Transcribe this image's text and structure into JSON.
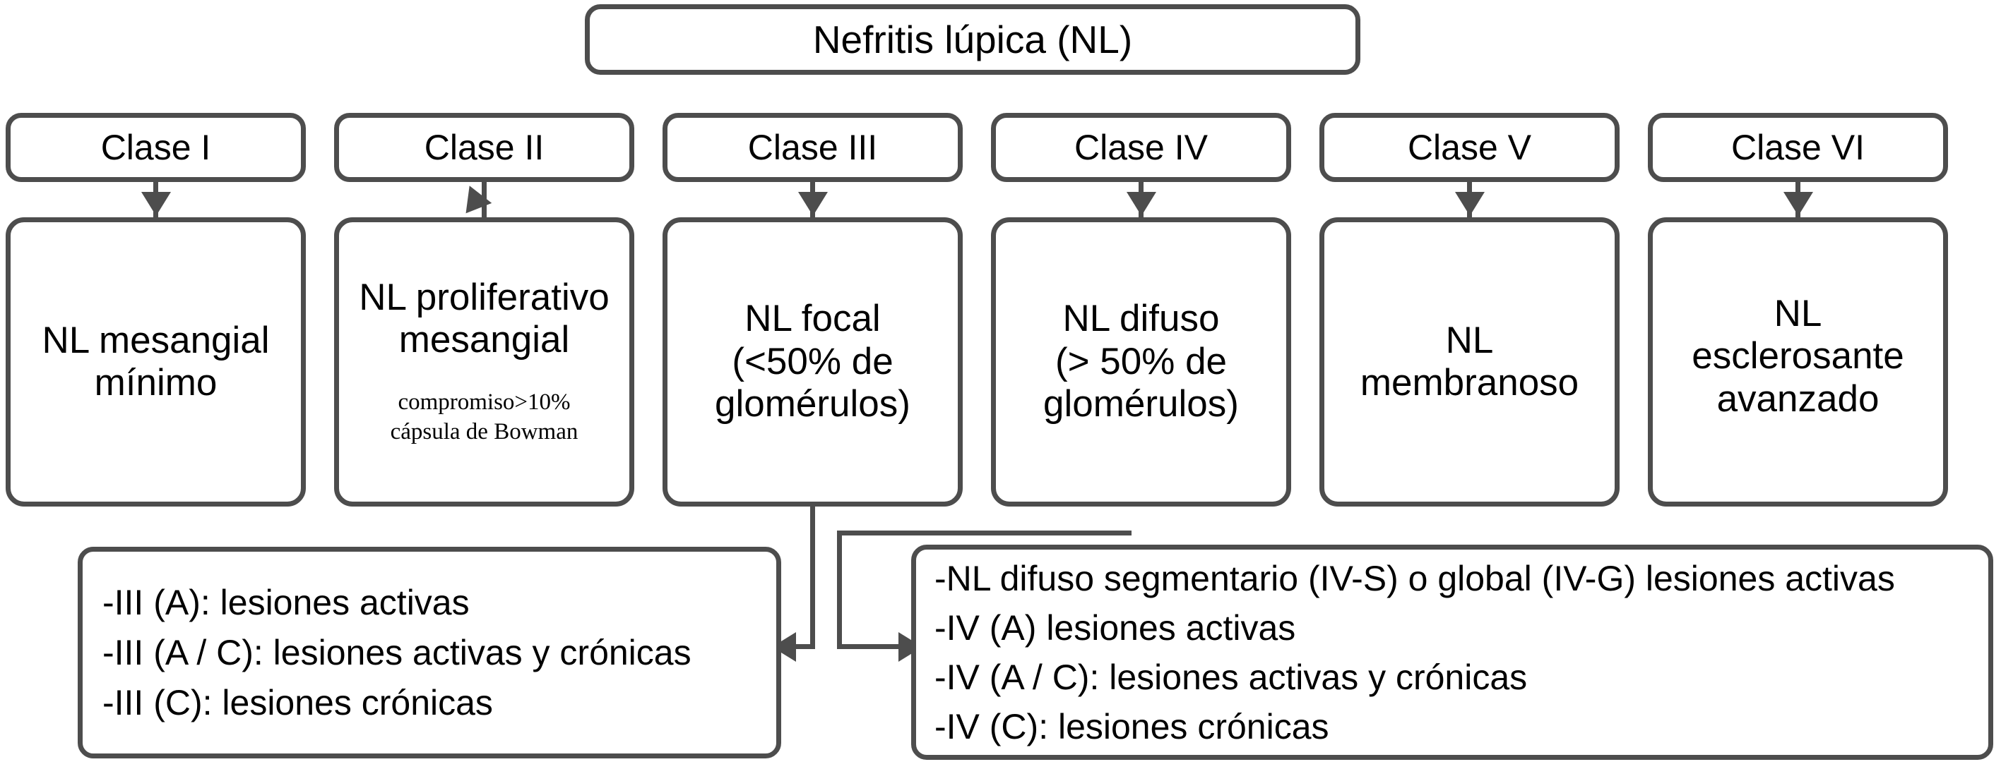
{
  "diagram": {
    "title": "Nefritis lúpica (NL)",
    "classes": [
      {
        "header": "Clase I",
        "description": "NL mesangial\nmínimo",
        "subtitle": ""
      },
      {
        "header": "Clase II",
        "description": "NL proliferativo\nmesangial",
        "subtitle": "compromiso>10%\ncápsula de Bowman"
      },
      {
        "header": "Clase III",
        "description": "NL focal\n(<50% de\nglomérulos)",
        "subtitle": ""
      },
      {
        "header": "Clase IV",
        "description": "NL difuso\n(> 50% de\nglomérulos)",
        "subtitle": ""
      },
      {
        "header": "Clase V",
        "description": "NL\nmembranoso",
        "subtitle": ""
      },
      {
        "header": "Clase VI",
        "description": "NL\nesclerosante\navanzado",
        "subtitle": ""
      }
    ],
    "detail_class_iii": {
      "lines": [
        "-III (A): lesiones activas",
        "-III (A / C): lesiones activas y crónicas",
        "-III (C): lesiones crónicas"
      ]
    },
    "detail_class_iv": {
      "lines": [
        "-NL difuso segmentario (IV-S) o global (IV-G) lesiones activas",
        "-IV (A) lesiones activas",
        "-IV (A / C): lesiones activas y crónicas",
        "-IV (C): lesiones crónicas"
      ]
    },
    "colors": {
      "border": "#4d4d4d",
      "background": "#ffffff",
      "text": "#000000"
    }
  }
}
